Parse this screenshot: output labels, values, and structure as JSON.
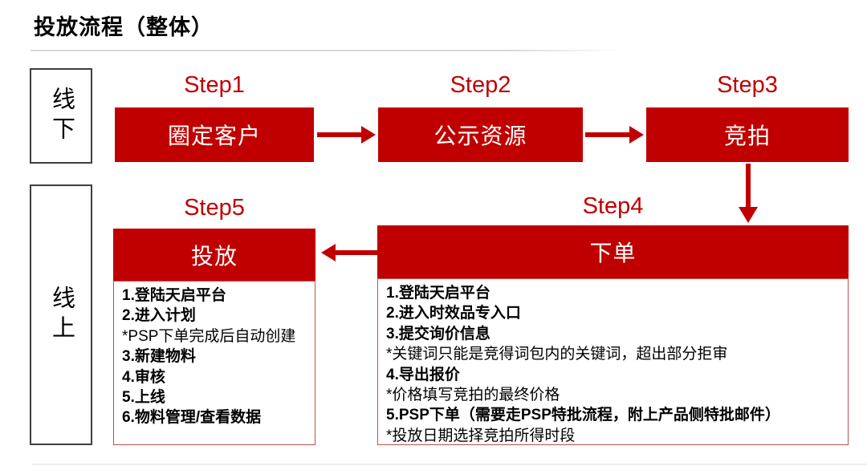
{
  "title": "投放流程（整体）",
  "colors": {
    "accent_red": "#c00000",
    "detail_border": "#c0504d",
    "lane_border": "#3f3f3f",
    "divider_gray": "#d9d9d9"
  },
  "lanes": {
    "offline": "线下",
    "online": "线上"
  },
  "steps": {
    "step1": {
      "label": "Step1",
      "title": "圈定客户"
    },
    "step2": {
      "label": "Step2",
      "title": "公示资源"
    },
    "step3": {
      "label": "Step3",
      "title": "竞拍"
    },
    "step4": {
      "label": "Step4",
      "title": "下单",
      "items": [
        {
          "text": "1.登陆天启平台",
          "emphasis": "bold"
        },
        {
          "text": "2.进入时效品专入口",
          "emphasis": "bold"
        },
        {
          "text": "3.提交询价信息",
          "emphasis": "bold"
        },
        {
          "text": "*关键词只能是竞得词包内的关键词，超出部分拒审",
          "emphasis": "normal"
        },
        {
          "text": "4.导出报价",
          "emphasis": "bold"
        },
        {
          "text": "*价格填写竞拍的最终价格",
          "emphasis": "normal"
        },
        {
          "text": "5.PSP下单（需要走PSP特批流程，附上产品侧特批邮件）",
          "emphasis": "bold"
        },
        {
          "text": "*投放日期选择竞拍所得时段",
          "emphasis": "normal"
        }
      ]
    },
    "step5": {
      "label": "Step5",
      "title": "投放",
      "items": [
        {
          "text": "1.登陆天启平台",
          "emphasis": "bold"
        },
        {
          "text": "2.进入计划",
          "emphasis": "bold"
        },
        {
          "text": "*PSP下单完成后自动创建",
          "emphasis": "normal"
        },
        {
          "text": "3.新建物料",
          "emphasis": "bold"
        },
        {
          "text": "4.审核",
          "emphasis": "bold"
        },
        {
          "text": "5.上线",
          "emphasis": "bold"
        },
        {
          "text": "6.物料管理/查看数据",
          "emphasis": "bold"
        }
      ]
    }
  }
}
